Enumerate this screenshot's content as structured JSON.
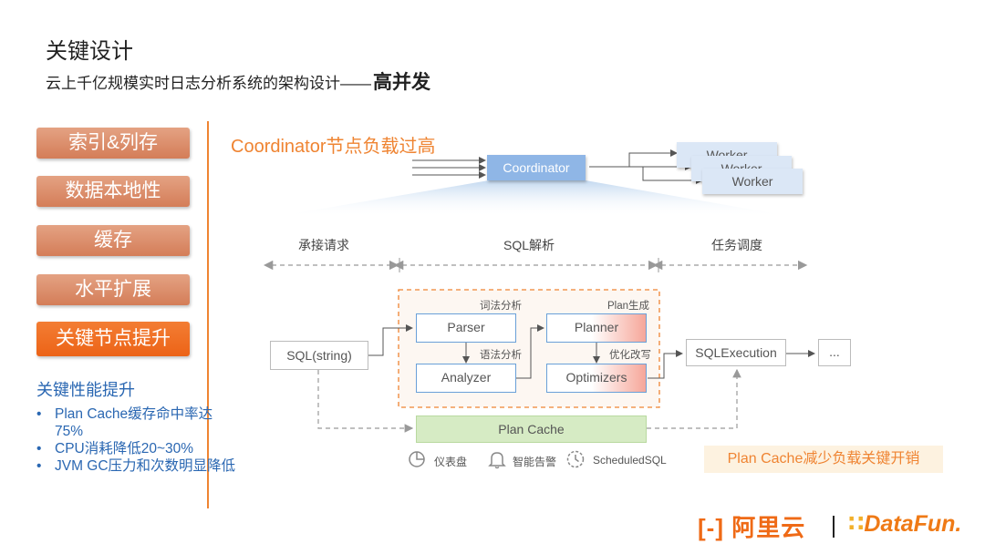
{
  "header": {
    "title": "关键设计",
    "subtitle_prefix": "云上千亿规模实时日志分析系统的架构设计——",
    "subtitle_emphasis": "高并发"
  },
  "sidebar": {
    "items": [
      {
        "label": "索引&列存"
      },
      {
        "label": "数据本地性"
      },
      {
        "label": "缓存"
      },
      {
        "label": "水平扩展"
      },
      {
        "label": "关键节点提升"
      }
    ],
    "active_index": 4
  },
  "performance": {
    "title": "关键性能提升",
    "bullets": [
      "Plan Cache缓存命中率达75%",
      "CPU消耗降低20~30%",
      "JVM GC压力和次数明显降低"
    ]
  },
  "diagram": {
    "heading": "Coordinator节点负载过高",
    "coordinator": "Coordinator",
    "workers": [
      "Worker",
      "Worker",
      "Worker"
    ],
    "stages": [
      "承接请求",
      "SQL解析",
      "任务调度"
    ],
    "nodes": {
      "sql_string": "SQL(string)",
      "parser": "Parser",
      "analyzer": "Analyzer",
      "planner": "Planner",
      "optimizers": "Optimizers",
      "sql_execution": "SQLExecution",
      "ellipsis": "...",
      "plan_cache": "Plan Cache"
    },
    "edge_labels": {
      "lexical": "词法分析",
      "syntax": "语法分析",
      "plan_gen": "Plan生成",
      "optimize": "优化改写"
    },
    "icons": [
      {
        "icon": "dashboard-icon",
        "label": "仪表盘"
      },
      {
        "icon": "bell-icon",
        "label": "智能告警"
      },
      {
        "icon": "clock-icon",
        "label": "ScheduledSQL"
      }
    ],
    "note": "Plan Cache减少负载关键开销"
  },
  "footer": {
    "logo_left": "阿里云",
    "logo_right_prefix": "∷",
    "logo_right": "DataFun."
  },
  "colors": {
    "accent_orange": "#ef8432",
    "text_blue": "#2a67b2",
    "node_border": "#6aa0d8",
    "plan_cache_fill": "#d6ebc4",
    "coordinator_fill": "#8fb6e6"
  }
}
